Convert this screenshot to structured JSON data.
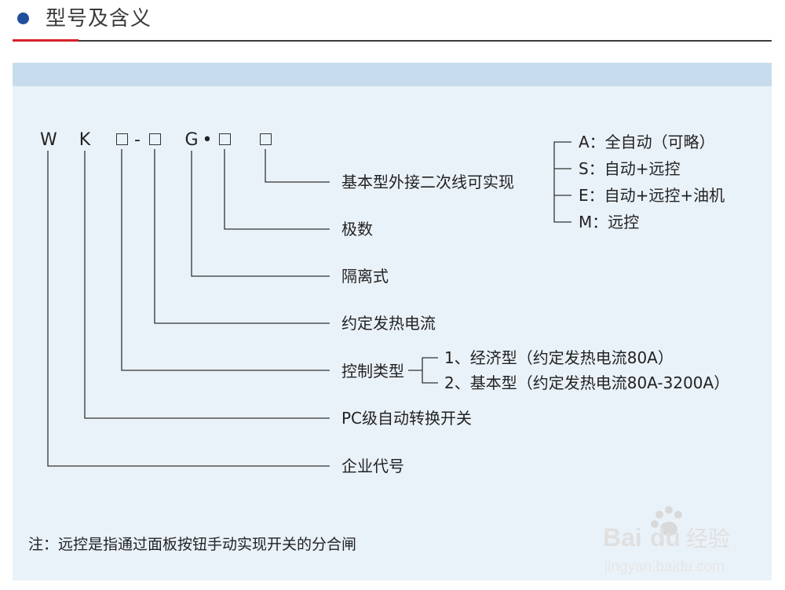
{
  "header": {
    "title": "型号及含义"
  },
  "model_code": {
    "characters": [
      "W",
      "K",
      "□",
      "-",
      "□",
      "G",
      "•",
      "□",
      "□"
    ]
  },
  "labels": {
    "supplement": "基本型外接二次线可实现",
    "poles": "极数",
    "isolation": "隔离式",
    "current": "约定发热电流",
    "control_type": "控制类型",
    "pc_level": "PC级自动转换开关",
    "company_code": "企业代号"
  },
  "supplement_options": [
    "A：全自动（可略）",
    "S：自动+远控",
    "E：自动+远控+油机",
    "M：远控"
  ],
  "control_options": [
    "1、经济型（约定发热电流80A）",
    "2、基本型（约定发热电流80A-3200A）"
  ],
  "note": "注：远控是指通过面板按钮手动实现开关的分合闸",
  "watermark": {
    "brand": "Baidu经验",
    "url": "jingyan.baidu.com"
  },
  "colors": {
    "accent_blue": "#1f4e9c",
    "accent_red": "#d7202a",
    "panel": "#eaf2f9",
    "band": "#c6dced"
  }
}
